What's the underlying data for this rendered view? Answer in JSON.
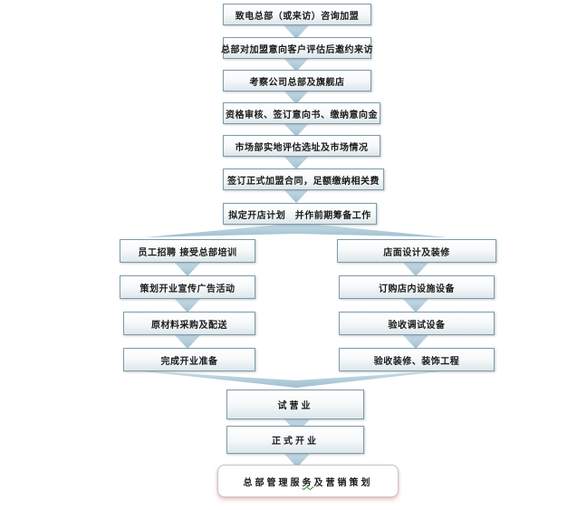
{
  "steps": [
    "致电总部（或来访）咨询加盟",
    "总部对加盟意向客户评估后邀约来访",
    "考察公司总部及旗舰店",
    "资格审核、签订意向书、缴纳意向金",
    "市场部实地评估选址及市场情况",
    "签订正式加盟合同，足额缴纳相关费",
    "拟定开店计划　并作前期筹备工作"
  ],
  "left_branch": [
    "员工招聘 接受总部培训",
    "策划开业宣传广告活动",
    "原材料采购及配送",
    "完成开业准备"
  ],
  "right_branch": [
    "店面设计及装修",
    "订购店内设施设备",
    "验收调试设备",
    "验收装修、装饰工程"
  ],
  "final_steps": [
    "试营业",
    "正式开业"
  ],
  "last_step": {
    "before": "总部管理服",
    "underlined": "务",
    "after": "及营销策划"
  },
  "colors": {
    "arrow": "#a7c8d8",
    "border": "#7f9aa8"
  }
}
